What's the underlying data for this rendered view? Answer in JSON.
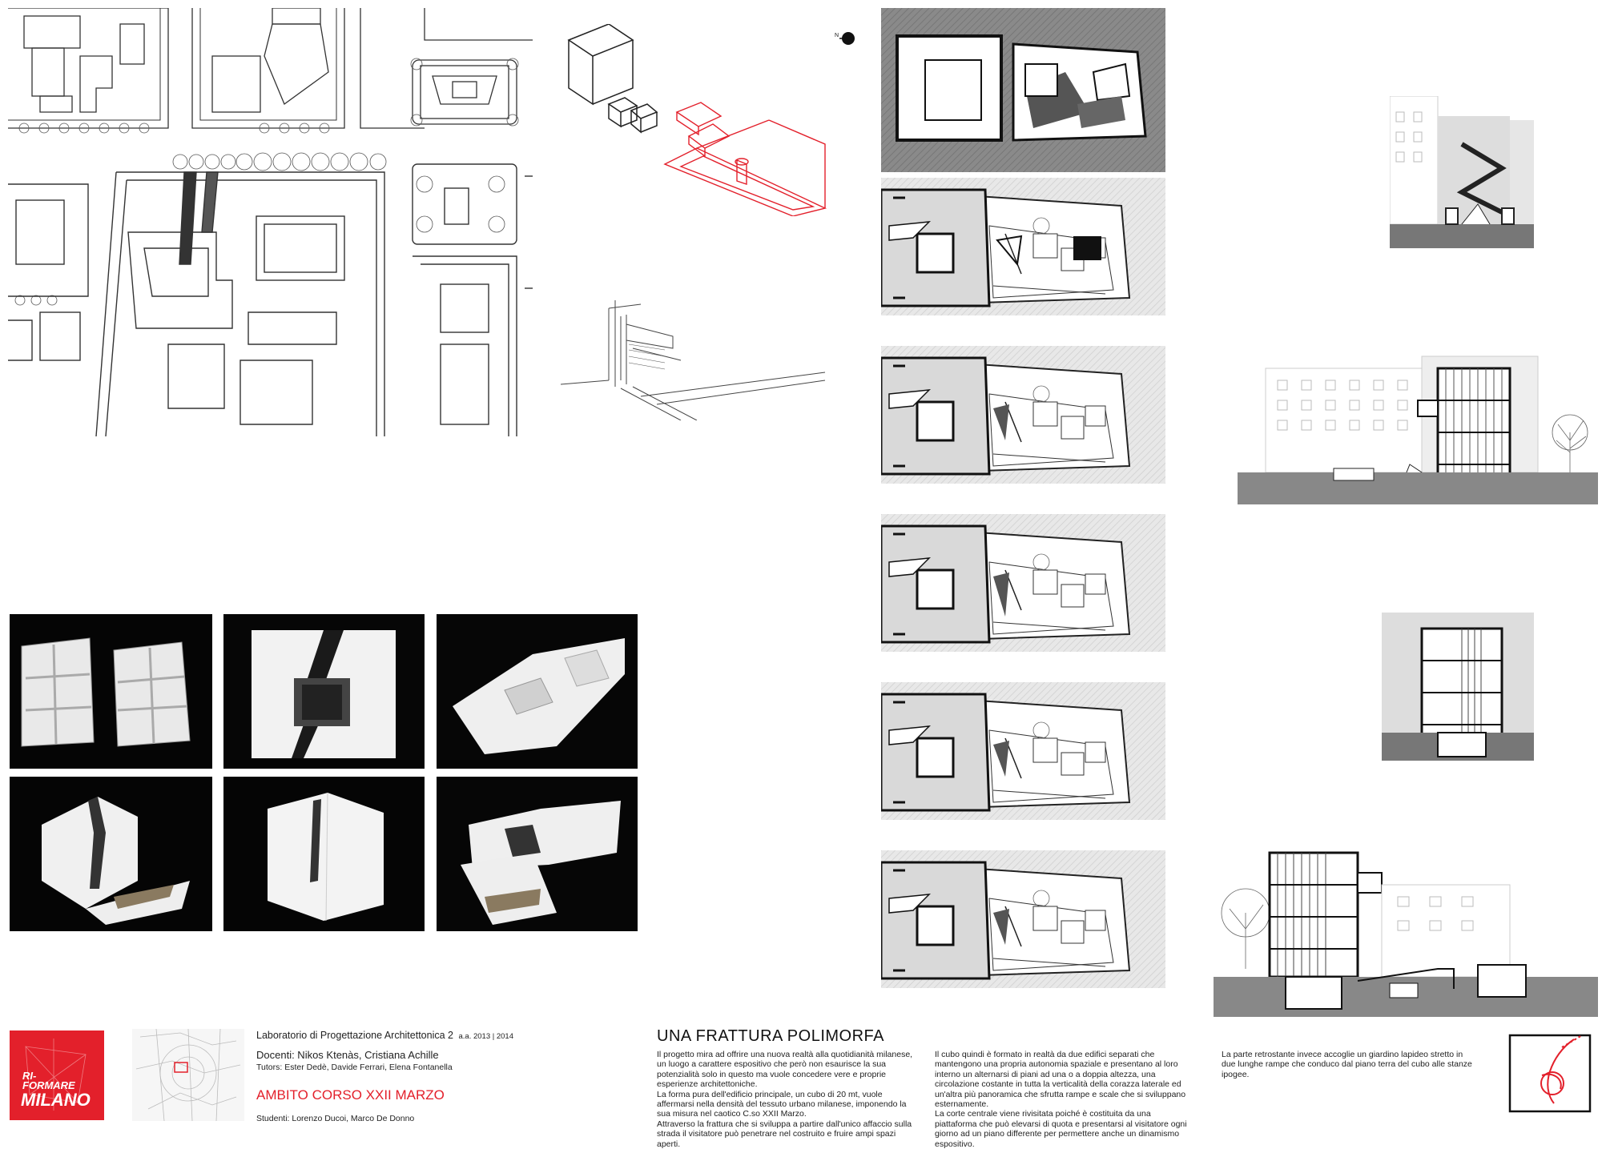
{
  "header": {
    "course": "Laboratorio di Progettazione Architettonica 2",
    "year": "a.a. 2013 | 2014",
    "docenti": "Docenti: Nikos Ktenàs, Cristiana Achille",
    "tutors": "Tutors: Ester Dedè, Davide Ferrari, Elena Fontanella",
    "ambito": "AMBITO CORSO XXII MARZO",
    "studenti": "Studenti: Lorenzo Ducoi, Marco De Donno"
  },
  "logo": {
    "line1": "RI-",
    "line2": "FORMARE",
    "line3": "MILANO",
    "color": "#e3202b"
  },
  "project": {
    "title": "UNA FRATTURA POLIMORFA",
    "col1": [
      "Il progetto mira ad offrire una nuova realtà alla quotidianità milanese, un luogo a carattere espositivo che però non esaurisce la sua potenzialità solo in questo ma vuole concedere vere e proprie esperienze architettoniche.",
      "La forma pura dell'edificio principale, un cubo di 20 mt, vuole affermarsi nella densità del tessuto urbano milanese, imponendo la sua misura nel caotico C.so XXII Marzo.",
      "Attraverso la frattura che si sviluppa a partire dall'unico affaccio sulla strada il visitatore può penetrare nel costruito e fruire ampi spazi aperti."
    ],
    "col2": [
      "Il cubo quindi è formato in realtà da due edifici separati che mantengono una propria autonomia spaziale e presentano al loro interno un alternarsi di piani ad una o a doppia altezza, una circolazione costante in tutta la verticalità della corazza laterale ed un'altra più panoramica che sfrutta rampe e scale che si sviluppano esternamente.",
      "La corte centrale viene rivisitata poiché è costituita da una piattaforma che può elevarsi di quota e presentarsi al visitatore ogni giorno ad un piano differente per permettere anche un dinamismo espositivo."
    ],
    "col3": [
      "La parte retrostante invece accoglie un giardino lapideo stretto in due lunghe rampe che conduco dal piano terra del cubo alle stanze ipogee."
    ]
  },
  "colors": {
    "accent": "#e3202b",
    "hatch": "#7a7a7a",
    "line": "#222222"
  },
  "icons": [
    "north-arrow-icon",
    "signature-stamp-icon"
  ]
}
